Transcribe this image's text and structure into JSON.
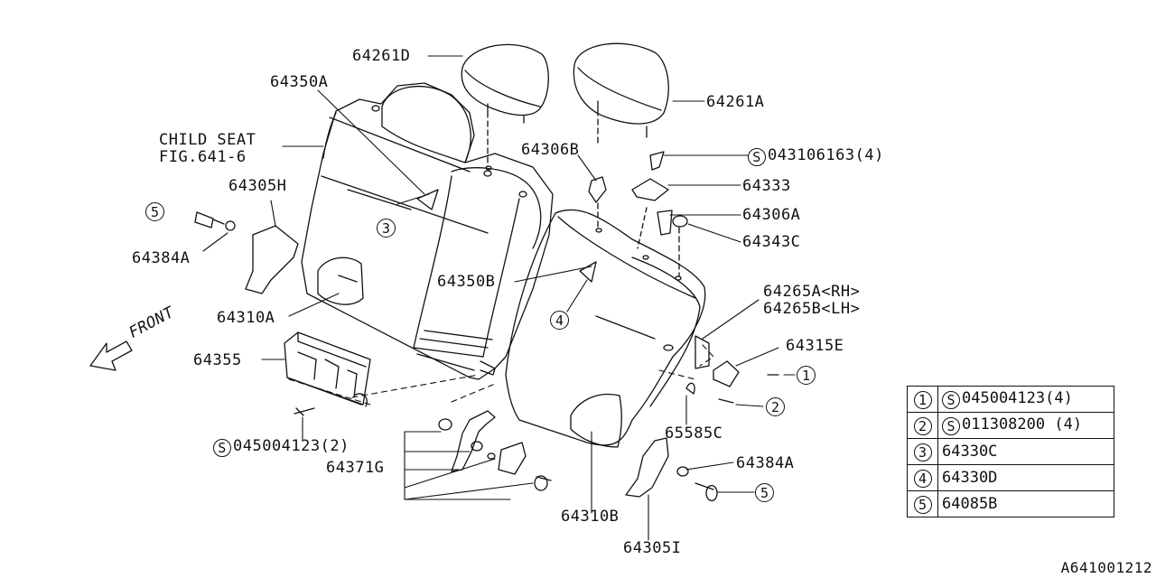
{
  "labels": {
    "p64261D": "64261D",
    "p64261A": "64261A",
    "p64350A": "64350A",
    "child_seat_line1": "CHILD SEAT",
    "child_seat_line2": "FIG.641-6",
    "p64306B": "64306B",
    "s043106163": "043106163(4)",
    "p64333": "64333",
    "p64306A": "64306A",
    "p64343C": "64343C",
    "p64305H": "64305H",
    "p64384A_left": "64384A",
    "p64350B": "64350B",
    "p64310A": "64310A",
    "p64265A": "64265A<RH>",
    "p64265B": "64265B<LH>",
    "p64315E": "64315E",
    "front": "FRONT",
    "p64355": "64355",
    "p65585C": "65585C",
    "s045004123_2": "045004123(2)",
    "p64384A_right": "64384A",
    "p64371G": "64371G",
    "p64310B": "64310B",
    "p64305I": "64305I",
    "s_symbol": "S"
  },
  "refs": {
    "r1": "1",
    "r2": "2",
    "r3": "3",
    "r4": "4",
    "r5": "5"
  },
  "legend": [
    {
      "num": "1",
      "s": true,
      "value": "045004123(4)"
    },
    {
      "num": "2",
      "s": true,
      "value": "011308200 (4)"
    },
    {
      "num": "3",
      "s": false,
      "value": "64330C"
    },
    {
      "num": "4",
      "s": false,
      "value": "64330D"
    },
    {
      "num": "5",
      "s": false,
      "value": "64085B"
    }
  ],
  "catalog_id": "A641001212"
}
